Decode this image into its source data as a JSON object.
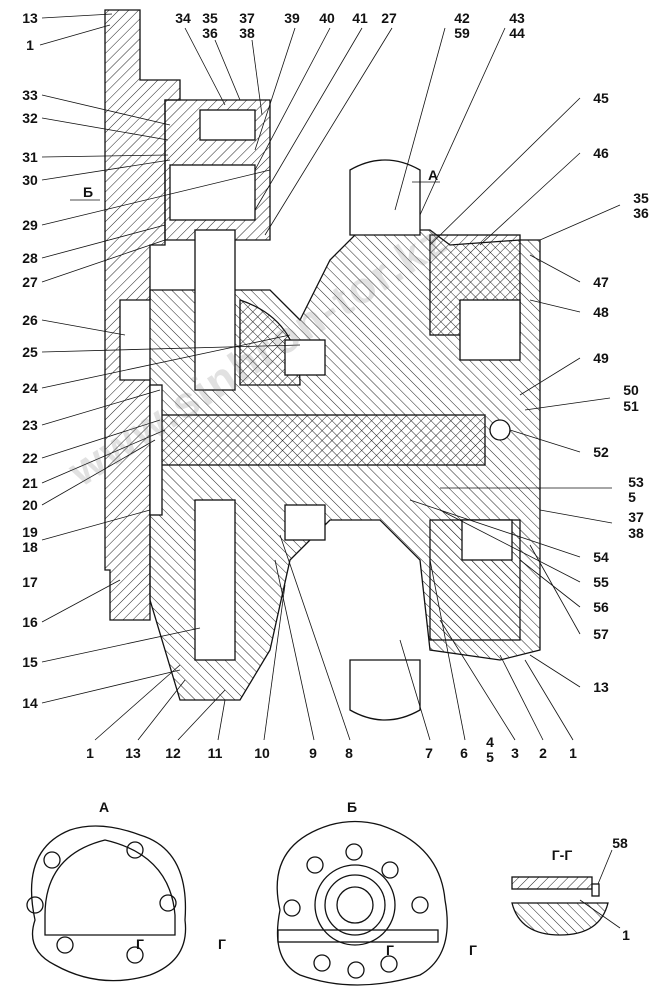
{
  "watermark": "www.sinhron-tor.kz",
  "view_labels": {
    "view_a": "А",
    "view_b": "Б",
    "section": "Г-Г",
    "arrow_a": "А",
    "arrow_b": "Б",
    "cut_mark": "Г"
  },
  "callouts": {
    "left": [
      "13",
      "1",
      "33",
      "32",
      "31",
      "30",
      "29",
      "28",
      "27",
      "26",
      "25",
      "24",
      "23",
      "22",
      "21",
      "20",
      "19",
      "18",
      "17",
      "16",
      "15",
      "14"
    ],
    "top": [
      "34",
      "35",
      "36",
      "37",
      "38",
      "39",
      "40",
      "41",
      "27",
      "42",
      "59",
      "43",
      "44"
    ],
    "right": [
      "45",
      "46",
      "35",
      "36",
      "47",
      "48",
      "49",
      "50",
      "51",
      "52",
      "53",
      "5",
      "37",
      "38",
      "54",
      "55",
      "56",
      "57",
      "13"
    ],
    "bottom": [
      "1",
      "13",
      "12",
      "11",
      "10",
      "9",
      "8",
      "7",
      "6",
      "4",
      "5",
      "3",
      "2",
      "1"
    ],
    "section": [
      "58",
      "1"
    ]
  }
}
